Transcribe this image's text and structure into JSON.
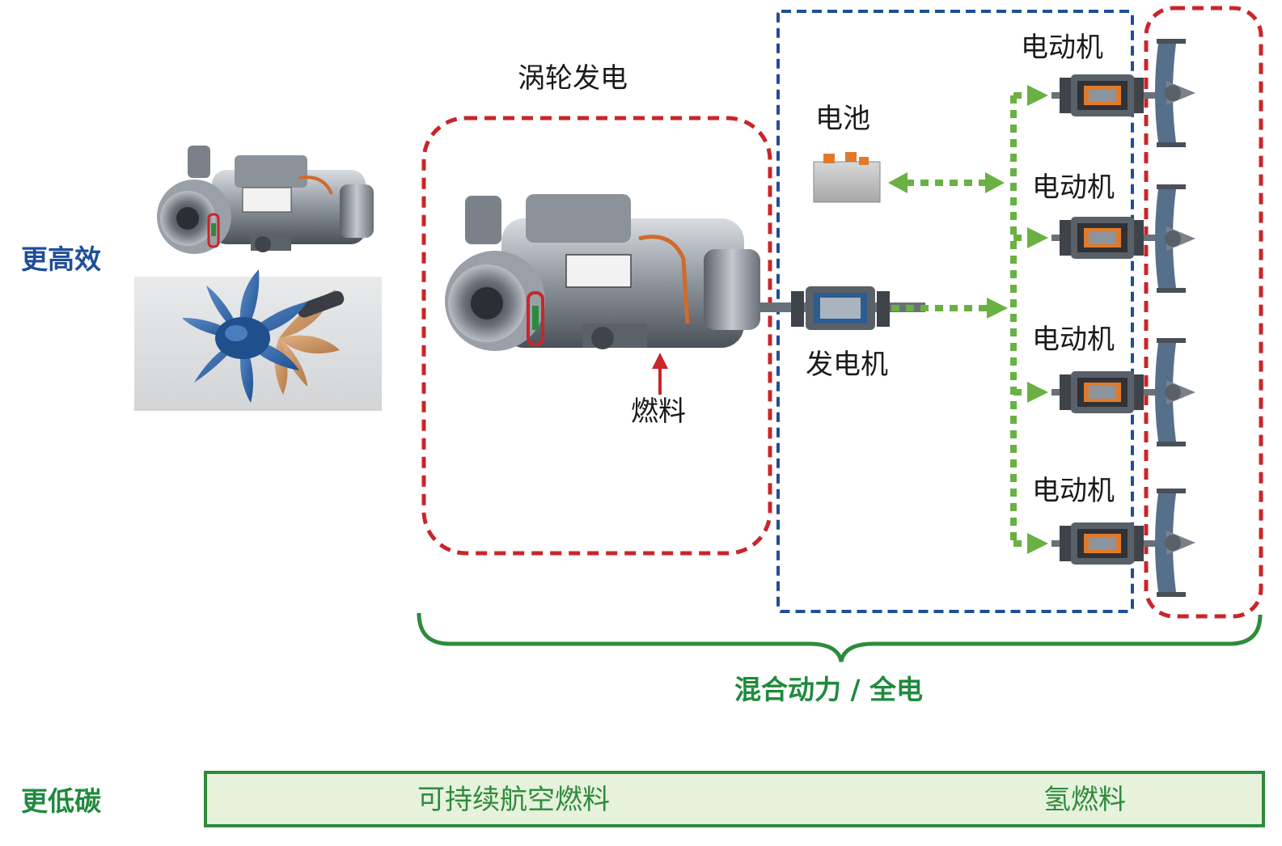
{
  "colors": {
    "efficiency_label": "#1f4e9a",
    "lowcarbon_label": "#1f8a3c",
    "hybrid_label": "#1f8a3c",
    "red_dash": "#c8262a",
    "blue_dash": "#1f4e9a",
    "green_arrow": "#6ab043",
    "strip_fill": "#e6f2dc",
    "strip_border": "#2e8b3c",
    "strip_text": "#2e8b3c",
    "fuel_arrow": "#c8262a"
  },
  "labels": {
    "efficiency": "更高效",
    "lowcarbon": "更低碳",
    "turbo": "涡轮发电",
    "battery": "电池",
    "generator": "发电机",
    "fuel": "燃料",
    "hybrid": "混合动力 / 全电",
    "motors": [
      "电动机",
      "电动机",
      "电动机",
      "电动机"
    ]
  },
  "fuel_strip": {
    "left": "可持续航空燃料",
    "right": "氢燃料"
  },
  "icons": {
    "small_engine": "turboshaft-engine-icon",
    "open_rotor": "open-rotor-fan-icon",
    "big_engine": "turbogenerator-engine-icon",
    "battery": "battery-icon",
    "generator": "generator-icon",
    "motor": "electric-motor-icon",
    "propeller": "ducted-propeller-icon"
  }
}
